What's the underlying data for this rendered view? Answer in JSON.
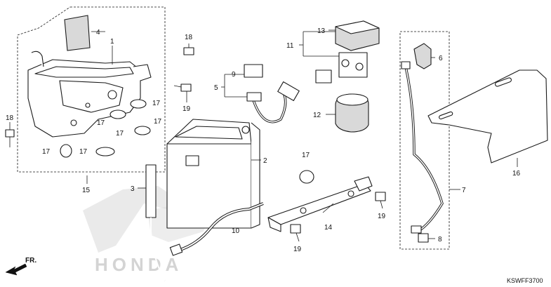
{
  "diagram": {
    "part_code": "KSWFF3700",
    "forward_label": "FR.",
    "watermark_brand": "HONDA",
    "callouts": {
      "c1": "1",
      "c2": "2",
      "c3": "3",
      "c4": "4",
      "c5": "5",
      "c6": "6",
      "c7": "7",
      "c8": "8",
      "c9": "9",
      "c10": "10",
      "c11": "11",
      "c12": "12",
      "c13": "13",
      "c14": "14",
      "c15": "15",
      "c16": "16",
      "c17a": "17",
      "c17b": "17",
      "c17c": "17",
      "c17d": "17",
      "c17e": "17",
      "c17f": "17",
      "c17g": "17",
      "c18a": "18",
      "c18b": "18",
      "c19a": "19",
      "c19b": "19",
      "c19c": "19"
    }
  }
}
